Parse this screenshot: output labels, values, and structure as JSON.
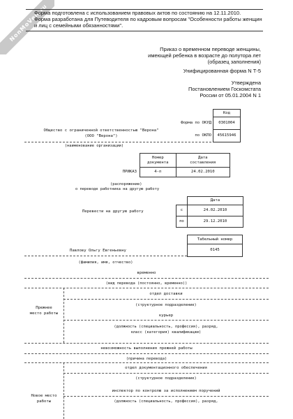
{
  "watermark": "NonMoVen.ru",
  "header": {
    "line1": "Форма подготовлена с использованием правовых актов по состоянию на 12.11.2010.",
    "line2": "Форма разработана для Путеводителя по кадровым вопросам \"Особенности работы женщин и лиц с семейными обязанностями\"."
  },
  "title_right": {
    "line1": "Приказ о временном переводе женщины,",
    "line2": "имеющей ребенка в возрасте до полутора лет",
    "line3": "(образец заполнения)",
    "unified": "Унифицированная форма N Т-5",
    "approved1": "Утверждена",
    "approved2": "Постановлением Госкомстата",
    "approved3": "России от 05.01.2004 N 1"
  },
  "codes": {
    "head": "Код",
    "okud_label": "Форма по ОКУД",
    "okud": "0301004",
    "okpo_label": "по ОКПО",
    "okpo": "45615946"
  },
  "org": {
    "name1": "Общество с ограниченной ответственностью \"Верона\"",
    "name2": "(ООО \"Верона\")",
    "caption": "(наименование организации)"
  },
  "order": {
    "num_head1": "Номер",
    "num_head2": "документа",
    "date_head1": "Дата",
    "date_head2": "составления",
    "label": "ПРИКАЗ",
    "number": "4-п",
    "date": "24.02.2010",
    "sub1": "(распоряжение)",
    "sub2": "о переводе работника на другую работу"
  },
  "transfer": {
    "label": "Перевести на другую работу",
    "date_head": "Дата",
    "from_label": "с",
    "from": "24.02.2010",
    "to_label": "по",
    "to": "29.12.2010"
  },
  "employee": {
    "tab_head": "Табельный номер",
    "name": "Павлову Ольгу Евгеньевну",
    "tab": "0145",
    "caption": "(фамилия, имя, отчество)"
  },
  "kind": {
    "value": "временно",
    "caption": "(вид перевода (постоянно, временно))"
  },
  "prev": {
    "label1": "Прежнее",
    "label2": "место работы",
    "dept": "отдел доставки",
    "dept_caption": "(структурное подразделение)",
    "position": "курьер",
    "pos_caption1": "(должность (специальность, профессия), разряд,",
    "pos_caption2": "класс (категория) квалификации)"
  },
  "reason": {
    "value": "невозможность выполнения прежней работы",
    "caption": "(причина перевода)"
  },
  "new": {
    "label1": "Новое место",
    "label2": "работы",
    "dept": "отдел документационного обеспечения",
    "dept_caption": "(структурное подразделение)",
    "position": "инспектор по контролю за исполнением поручений",
    "pos_caption": "(должность (специальность, профессия), разряд,"
  }
}
